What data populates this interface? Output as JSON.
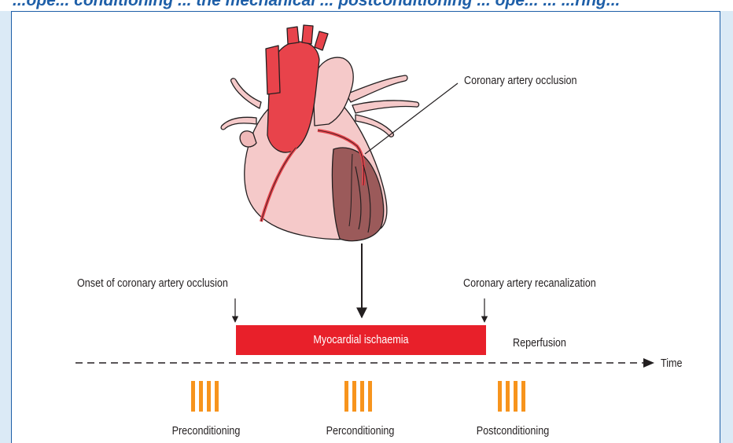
{
  "figure": {
    "title": "...ope... conditioning ... the mechanical ... postconditioning ... ope... ... ...ring..."
  },
  "heart": {
    "occlusion_label": "Coronary artery occlusion"
  },
  "timeline": {
    "onset_label": "Onset of coronary artery occlusion",
    "recanalization_label": "Coronary artery recanalization",
    "ischaemia_label": "Myocardial ischaemia",
    "reperfusion_label": "Reperfusion",
    "time_label": "Time"
  },
  "conditioning": [
    {
      "label": "Preconditioning"
    },
    {
      "label": "Perconditioning"
    },
    {
      "label": "Postconditioning"
    }
  ],
  "colors": {
    "accent_blue": "#1e5fa8",
    "background_blue": "#dbeaf6",
    "ischaemia_red": "#e8202a",
    "conditioning_orange": "#f7941d",
    "heart_pink": "#f5c9c9",
    "artery_red": "#e8434b",
    "infarct_brown": "#9b5a5a"
  }
}
